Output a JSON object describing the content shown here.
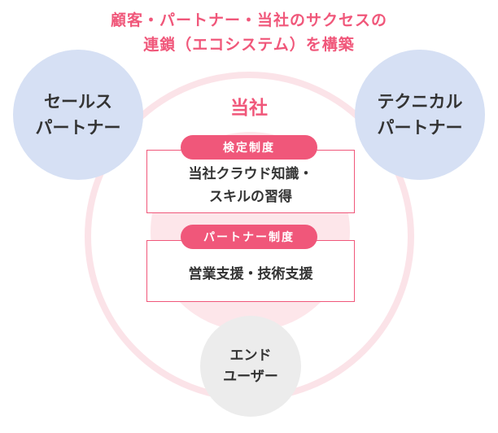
{
  "title": {
    "line1": "顧客・パートナー・当社のサクセスの",
    "line2": "連鎖（エコシステム）を構築"
  },
  "company": {
    "label": "当社"
  },
  "sales_partner": {
    "line1": "セールス",
    "line2": "パートナー"
  },
  "technical_partner": {
    "line1": "テクニカル",
    "line2": "パートナー"
  },
  "end_user": {
    "line1": "エンド",
    "line2": "ユーザー"
  },
  "certification": {
    "badge": "検定制度",
    "line1": "当社クラウド知識・",
    "line2": "スキルの習得"
  },
  "partner_program": {
    "badge": "パートナー制度",
    "text": "営業支援・技術支援"
  },
  "colors": {
    "accent": "#f0577a",
    "ring": "#fbe3e8",
    "inner": "#fde6ea",
    "partner_circle": "#d6e0f4",
    "end_user_circle": "#ececec",
    "text": "#333333"
  }
}
